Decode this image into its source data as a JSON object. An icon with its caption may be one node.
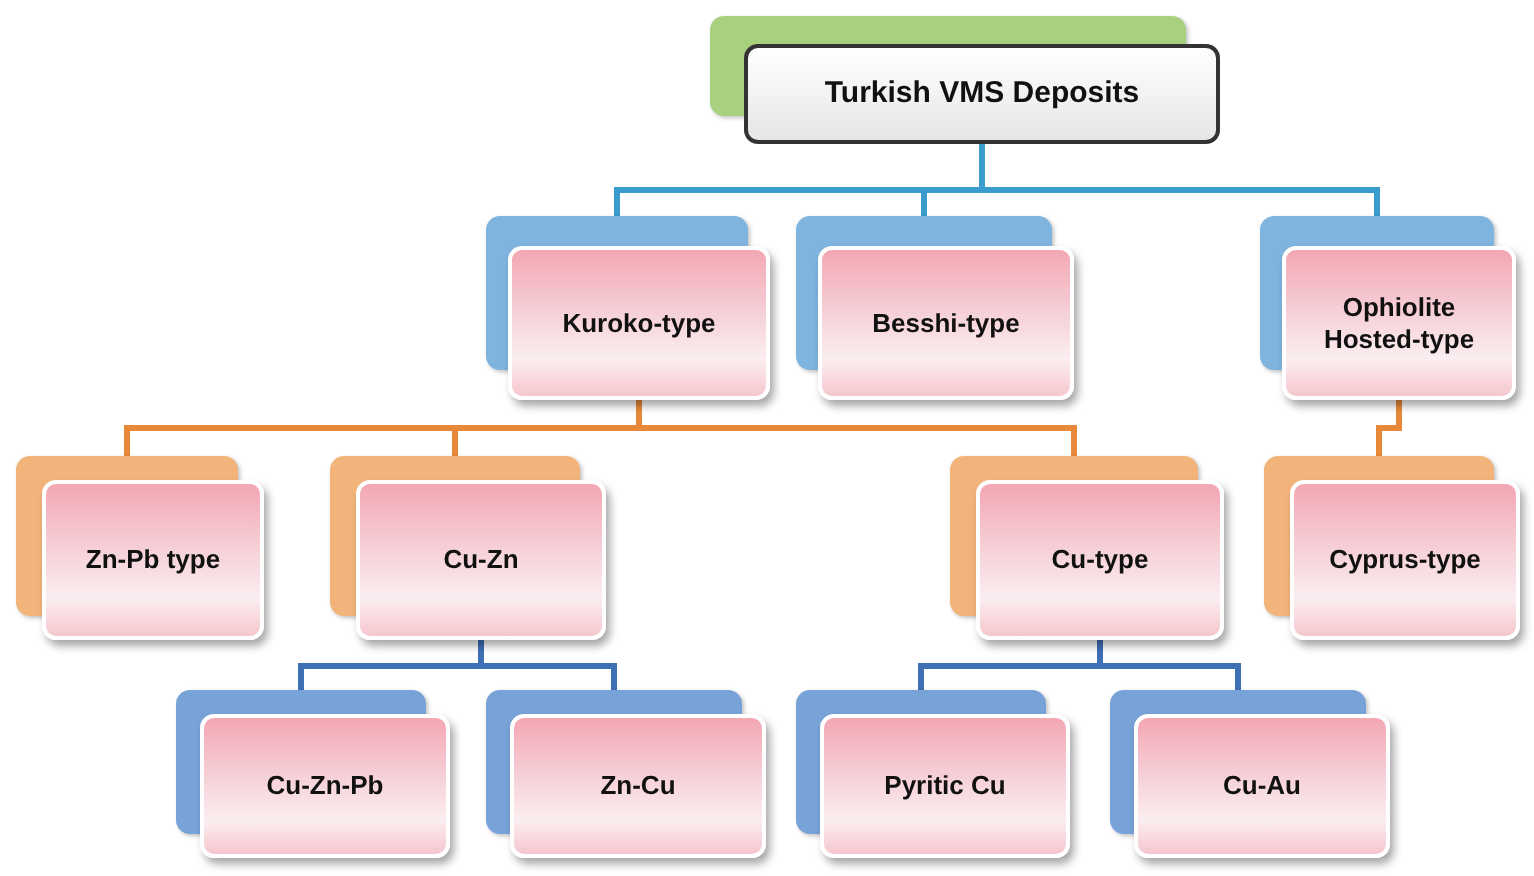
{
  "diagram": {
    "nodes": [
      {
        "text": [
          "Turkish VMS Deposits"
        ]
      },
      {
        "text": [
          "Kuroko-type"
        ]
      },
      {
        "text": [
          "Besshi-type"
        ]
      },
      {
        "text": [
          "Ophiolite Hosted-type"
        ]
      },
      {
        "text": [
          "Zn-Pb type"
        ]
      },
      {
        "text": [
          "Cu-Zn"
        ]
      },
      {
        "text": [
          "Cu-type"
        ]
      },
      {
        "text": [
          "Cyprus-type"
        ]
      },
      {
        "text": [
          "Cu-Zn-Pb"
        ]
      },
      {
        "text": [
          "Zn-Cu"
        ]
      },
      {
        "text": [
          "Pyritic Cu"
        ]
      },
      {
        "text": [
          "Cu-Au"
        ]
      }
    ],
    "edges": [
      {
        "from": 0,
        "to": 1,
        "arrow": "none",
        "color": "#3a9ccc"
      },
      {
        "from": 0,
        "to": 2,
        "arrow": "none",
        "color": "#3a9ccc"
      },
      {
        "from": 0,
        "to": 3,
        "arrow": "none",
        "color": "#3a9ccc"
      },
      {
        "from": 1,
        "to": 4,
        "arrow": "none",
        "color": "#e8893a"
      },
      {
        "from": 1,
        "to": 5,
        "arrow": "none",
        "color": "#e8893a"
      },
      {
        "from": 1,
        "to": 6,
        "arrow": "none",
        "color": "#e8893a"
      },
      {
        "from": 3,
        "to": 7,
        "arrow": "none",
        "color": "#e8893a"
      },
      {
        "from": 5,
        "to": 8,
        "arrow": "none",
        "color": "#3f6fb5"
      },
      {
        "from": 5,
        "to": 9,
        "arrow": "none",
        "color": "#3f6fb5"
      },
      {
        "from": 6,
        "to": 10,
        "arrow": "none",
        "color": "#3f6fb5"
      },
      {
        "from": 6,
        "to": 11,
        "arrow": "none",
        "color": "#3f6fb5"
      }
    ]
  }
}
